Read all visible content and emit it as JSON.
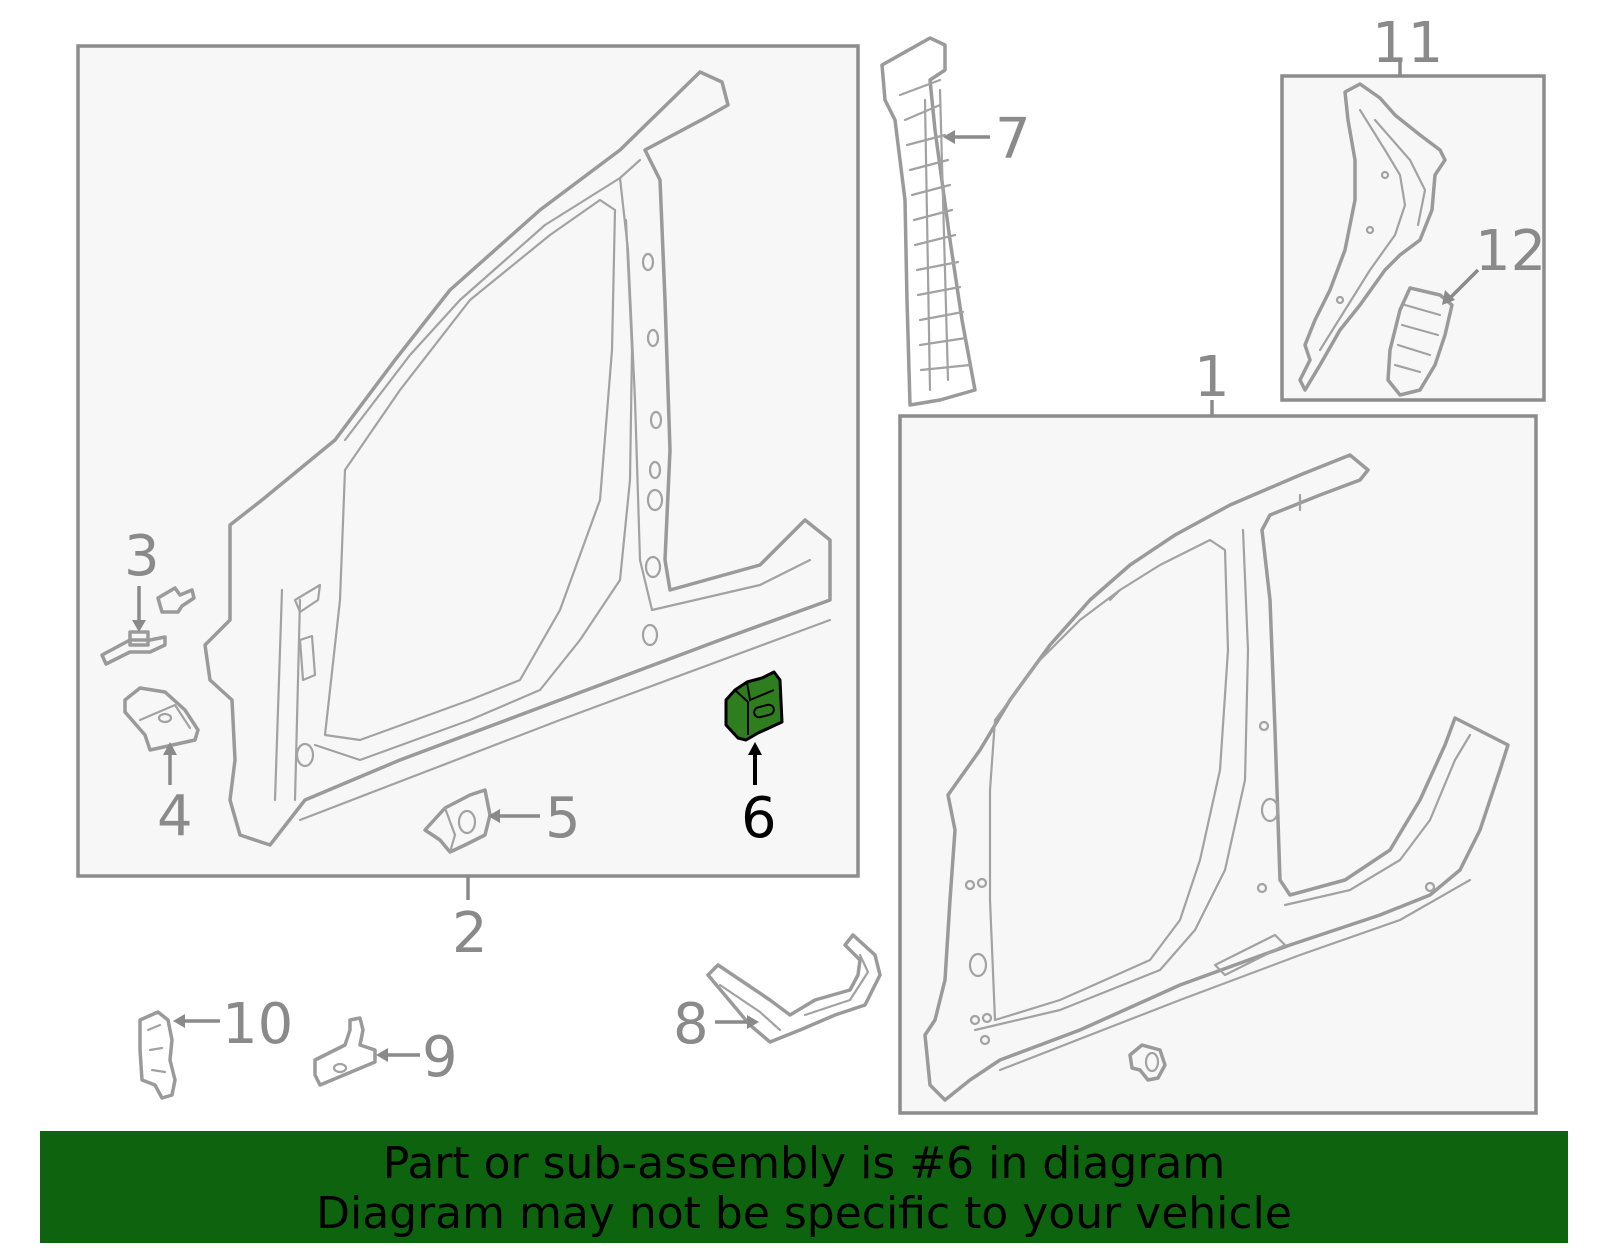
{
  "diagram": {
    "callouts": {
      "c1": "1",
      "c2": "2",
      "c3": "3",
      "c4": "4",
      "c5": "5",
      "c6": "6",
      "c7": "7",
      "c8": "8",
      "c9": "9",
      "c10": "10",
      "c11": "11",
      "c12": "12"
    },
    "highlighted_part": "6",
    "highlight_color": "#0e630e",
    "frame_fill": "#f7f7f7",
    "line_color": "#9a9a9a"
  },
  "banner": {
    "line1": "Part or sub-assembly is #6 in diagram",
    "line2": "Diagram may not be specific to your vehicle",
    "background": "#0e630e"
  }
}
